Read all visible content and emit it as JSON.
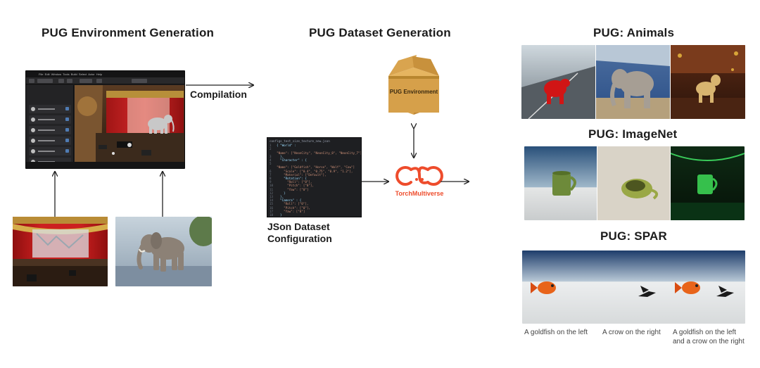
{
  "headings": {
    "environment": "PUG Environment Generation",
    "dataset": "PUG Dataset Generation",
    "animals": "PUG: Animals",
    "imagenet": "PUG: ImageNet",
    "spar": "PUG: SPAR"
  },
  "labels": {
    "compilation": "Compilation",
    "json_config": "JSon Dataset Configuration",
    "box_label": "PUG Environment",
    "torchmultiverse": "TorchMultiverse"
  },
  "spar_captions": [
    "A goldfish on the left",
    "A crow on the right",
    "A goldfish on the left and a crow on the right"
  ],
  "code": {
    "filename": "configs_test_size_texture_new.json",
    "lines": [
      "{ \"World\" :",
      "    \"Name\": [\"NeonCity\", \"NeonCity_8\", \"NeonCity_7\"]",
      "  },",
      "  \"Character\" : {",
      "    \"Name\": [\"Goldfish\", \"Horse\", \"Wolf\", \"Cow\"]",
      "    \"Scale\": [\"0.4\", \"0.75\", \"0.9\", \"1.2\"],",
      "    \"Material\": [\"Default\"],",
      "    \"Rotation\": {",
      "      \"Roll\": [\"0\"],",
      "      \"Pitch\": [\"0\"],",
      "      \"Yaw\": [\"0\"]",
      "    }",
      "  },",
      "  \"Camera\" : {",
      "    \"Roll\": [\"0\"],",
      "    \"Pitch\": [\"0\"],",
      "    \"Yaw\": [\"0\"]",
      "  }",
      "}"
    ]
  },
  "colors": {
    "torch_orange": "#ee4c2c",
    "box_brown": "#d9a44f",
    "editor_dark": "#1d1d1f",
    "arrow": "#222222"
  }
}
